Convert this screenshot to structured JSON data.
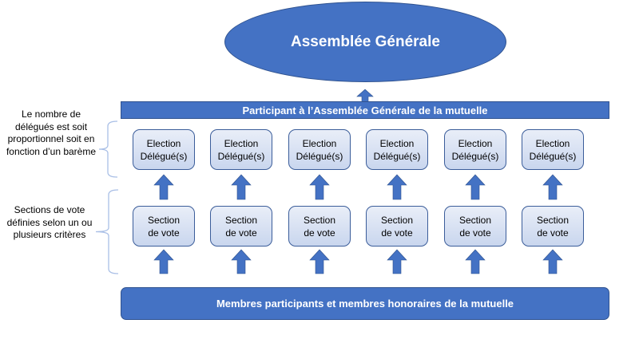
{
  "title": "Assemblée Générale",
  "top_bar": "Participant à l’Assemblée Générale de la mutuelle",
  "bottom_bar": "Membres participants et membres honoraires de la mutuelle",
  "side_labels": [
    "Le nombre de délégués est soit proportionnel soit en fonction d’un barème",
    "Sections de vote définies selon un ou plusieurs critères"
  ],
  "election_nodes": [
    {
      "line1": "Election",
      "line2": "Délégué(s)"
    },
    {
      "line1": "Election",
      "line2": "Délégué(s)"
    },
    {
      "line1": "Election",
      "line2": "Délégué(s)"
    },
    {
      "line1": "Election",
      "line2": "Délégué(s)"
    },
    {
      "line1": "Election",
      "line2": "Délégué(s)"
    },
    {
      "line1": "Election",
      "line2": "Délégué(s)"
    }
  ],
  "section_nodes": [
    {
      "line1": "Section",
      "line2": "de vote"
    },
    {
      "line1": "Section",
      "line2": "de vote"
    },
    {
      "line1": "Section",
      "line2": "de vote"
    },
    {
      "line1": "Section",
      "line2": "de vote"
    },
    {
      "line1": "Section",
      "line2": "de vote"
    },
    {
      "line1": "Section",
      "line2": "de vote"
    }
  ],
  "colors": {
    "primary": "#4472c4",
    "border": "#2f528f",
    "node_fill_top": "#e9eef8",
    "node_fill_bottom": "#c9d6ee",
    "brace": "#a9bfe6"
  }
}
